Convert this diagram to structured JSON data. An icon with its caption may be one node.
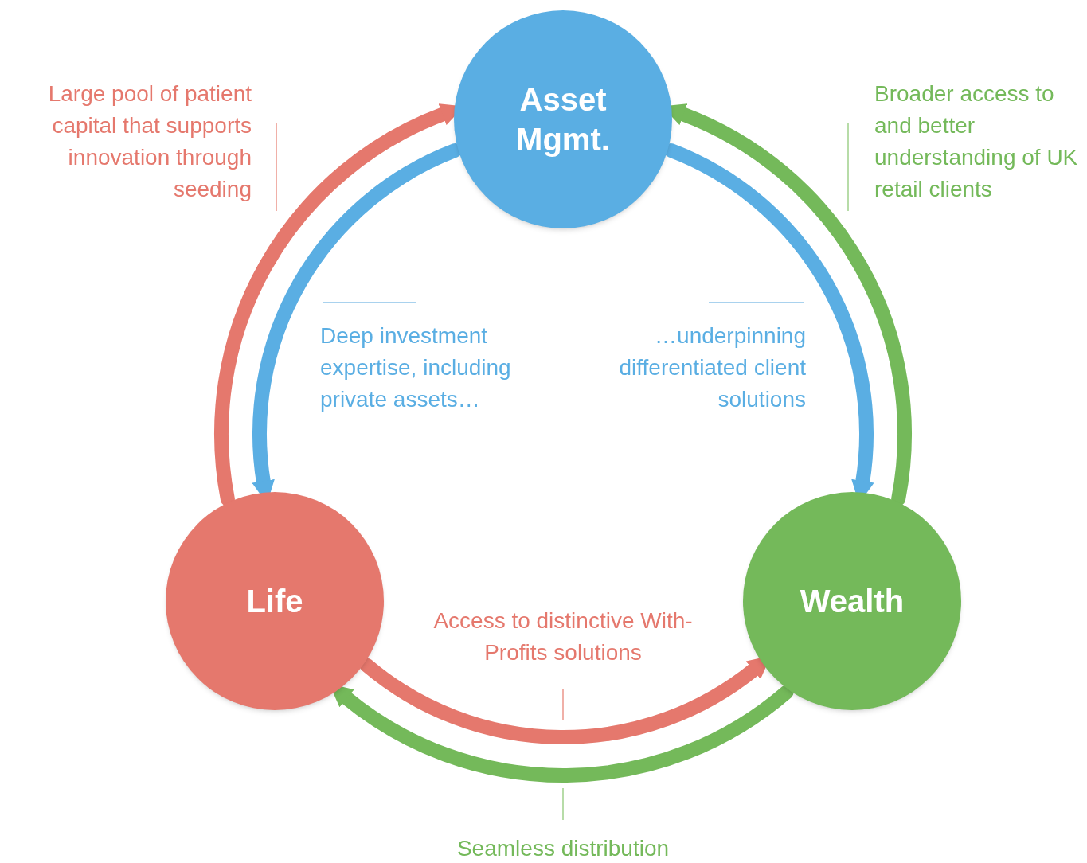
{
  "diagram": {
    "nodes": [
      {
        "text": [
          "Asset Mgmt."
        ]
      },
      {
        "text": [
          "Life"
        ]
      },
      {
        "text": [
          "Wealth"
        ]
      }
    ],
    "edges": [
      {
        "from": 1,
        "to": 0,
        "arrow": "to",
        "color": "#e5786d"
      },
      {
        "from": 0,
        "to": 1,
        "arrow": "to",
        "color": "#5aaee3"
      },
      {
        "from": 0,
        "to": 2,
        "arrow": "to",
        "color": "#5aaee3"
      },
      {
        "from": 2,
        "to": 0,
        "arrow": "to",
        "color": "#74b95a"
      },
      {
        "from": 1,
        "to": 2,
        "arrow": "to",
        "color": "#e5786d"
      },
      {
        "from": 2,
        "to": 1,
        "arrow": "to",
        "color": "#74b95a"
      }
    ],
    "labels": [
      "Large pool of patient capital that supports innovation through seeding",
      "Broader access to and better understanding of UK retail clients",
      "Deep investment expertise, including private assets…",
      "…underpinning differentiated client solutions",
      "Access to distinctive With-Profits solutions",
      "Seamless distribution"
    ]
  }
}
